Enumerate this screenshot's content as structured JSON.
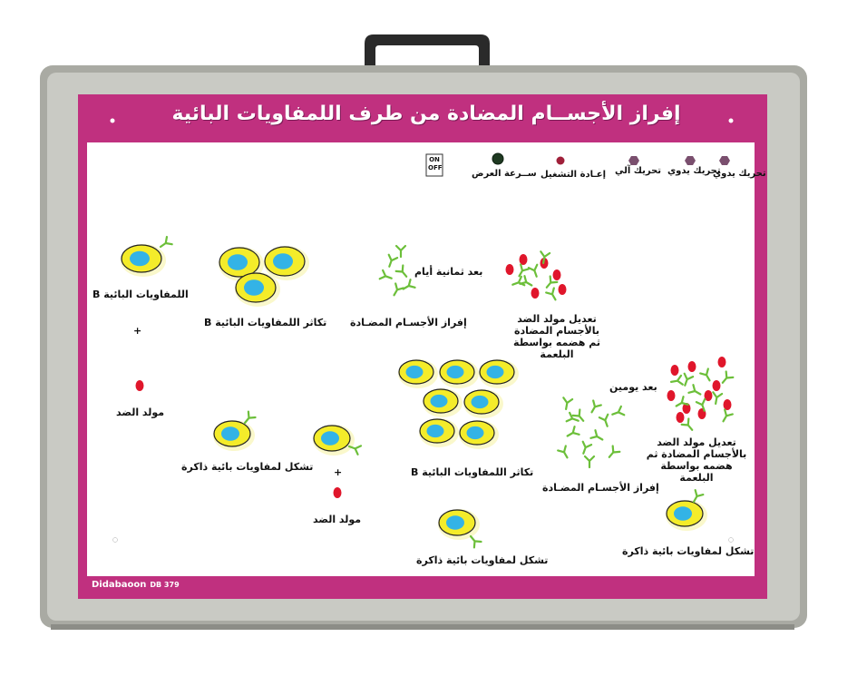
{
  "title": "إفراز الأجســام المضادة من طرف اللمفاويات البائية",
  "controls": {
    "manual_1": "تحريك يدوي",
    "manual_2": "تحريك يدوي",
    "auto": "تحريك آلي",
    "reset": "إعـادة التشغيل",
    "speed": "ســرعة العرض",
    "on_label": "ON",
    "off_label": "OFF"
  },
  "labels": {
    "b_lymphocytes": "اللمفاويات البائية B",
    "plus_1": "+",
    "antigen_1": "مولد الضد",
    "proliferation_1": "تكاثر اللمفاويات البائية B",
    "after_eight_days": "بعد ثمانية أيام",
    "secretion_1": "إفراز الأجسـام المضـادة",
    "neutralization_1": "تعديل مولد الضد بالأجسام المضادة ثم هضمه بواسطة البلعمة",
    "memory_1": "تشكل لمفاويات بائية ذاكرة",
    "plus_2": "+",
    "antigen_2": "مولد الضد",
    "proliferation_2": "تكاثر اللمفاويات البائية B",
    "after_two_days": "بعد يومين",
    "secretion_2": "إفراز الأجسـام المضـادة",
    "neutralization_2": "تعديل مولد الضد بالأجسام المضادة ثم هضمه بواسطة البلعمة",
    "memory_2": "تشكل لمفاويات بائية ذاكرة",
    "memory_3": "تشكل لمفاويات بائية ذاكرة"
  },
  "brand": {
    "name": "Didabaoon",
    "code": "DB 379"
  },
  "colors": {
    "frame": "#b8b8b0",
    "magenta": "#c0307f",
    "cell_fill": "#f4ec2a",
    "nucleus": "#33b3e6",
    "antibody": "#6cbf3a",
    "antigen": "#e0162b"
  }
}
